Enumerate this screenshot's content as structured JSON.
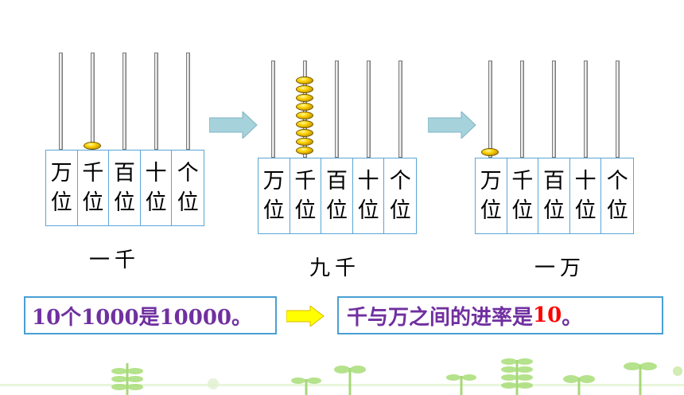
{
  "columns": [
    {
      "top": "万",
      "bottom": "位"
    },
    {
      "top": "千",
      "bottom": "位"
    },
    {
      "top": "百",
      "bottom": "位"
    },
    {
      "top": "十",
      "bottom": "位"
    },
    {
      "top": "个",
      "bottom": "位"
    }
  ],
  "abacus": [
    {
      "caption": "一千",
      "beads_per_column": [
        0,
        1,
        0,
        0,
        0
      ]
    },
    {
      "caption": "九千",
      "beads_per_column": [
        0,
        9,
        0,
        0,
        0
      ]
    },
    {
      "caption": "一万",
      "beads_per_column": [
        1,
        0,
        0,
        0,
        0
      ]
    }
  ],
  "statement_left": "10个1000是10000。",
  "statement_right": {
    "prefix": "千与万之间的进率是",
    "number": "10",
    "suffix": "。"
  },
  "colors": {
    "purple": "#7030a0",
    "red": "#ff0000",
    "frame": "#5aa6d6",
    "bead": "#ffd400",
    "arrow": "#a6d2dc",
    "yellow_arrow": "#ffff00"
  }
}
